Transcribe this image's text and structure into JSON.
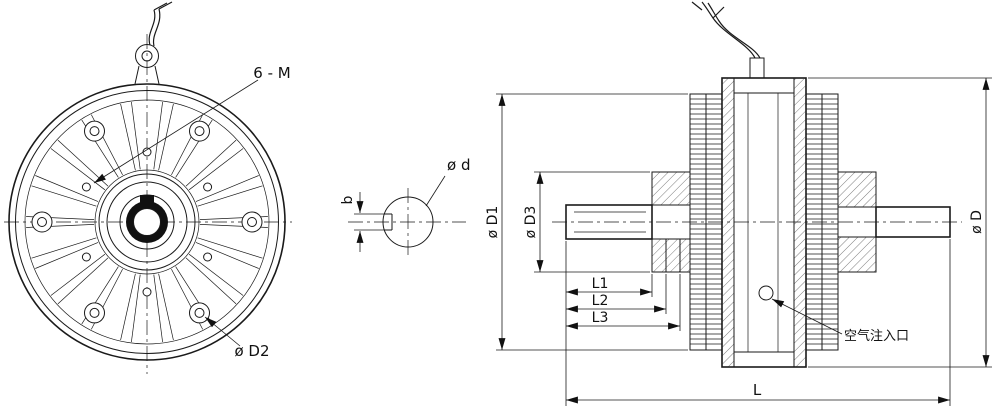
{
  "labels": {
    "bolt_spec": "6 - M",
    "d2": "ø D2",
    "b": "b",
    "d": "ø d",
    "d1": "ø D1",
    "d3": "ø D3",
    "l1": "L1",
    "l2": "L2",
    "l3": "L3",
    "air": "空气注入口",
    "l": "L",
    "d_out": "ø D"
  },
  "colors": {
    "line": "#1a1a1a",
    "background": "#ffffff",
    "fill_dark": "#111111"
  }
}
